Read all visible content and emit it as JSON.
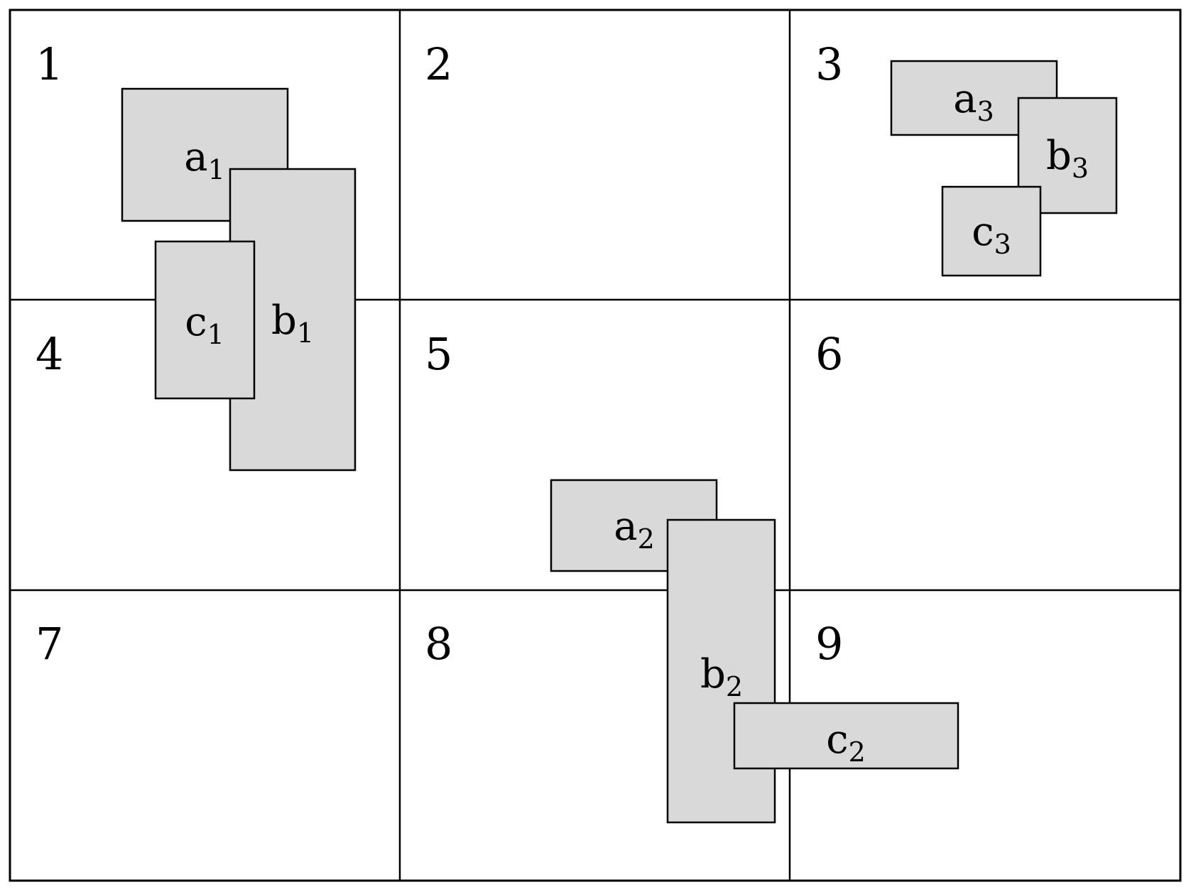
{
  "diagram": {
    "cells": [
      {
        "number": "1"
      },
      {
        "number": "2"
      },
      {
        "number": "3"
      },
      {
        "number": "4"
      },
      {
        "number": "5"
      },
      {
        "number": "6"
      },
      {
        "number": "7"
      },
      {
        "number": "8"
      },
      {
        "number": "9"
      }
    ],
    "rectangles": [
      {
        "id": "a1",
        "letter": "a",
        "sub": "1"
      },
      {
        "id": "b1",
        "letter": "b",
        "sub": "1"
      },
      {
        "id": "c1",
        "letter": "c",
        "sub": "1"
      },
      {
        "id": "a2",
        "letter": "a",
        "sub": "2"
      },
      {
        "id": "b2",
        "letter": "b",
        "sub": "2"
      },
      {
        "id": "c2",
        "letter": "c",
        "sub": "2"
      },
      {
        "id": "a3",
        "letter": "a",
        "sub": "3"
      },
      {
        "id": "b3",
        "letter": "b",
        "sub": "3"
      },
      {
        "id": "c3",
        "letter": "c",
        "sub": "3"
      }
    ],
    "colors": {
      "rect_fill": "#d9d9d9",
      "line": "#000000",
      "background": "#ffffff"
    }
  }
}
